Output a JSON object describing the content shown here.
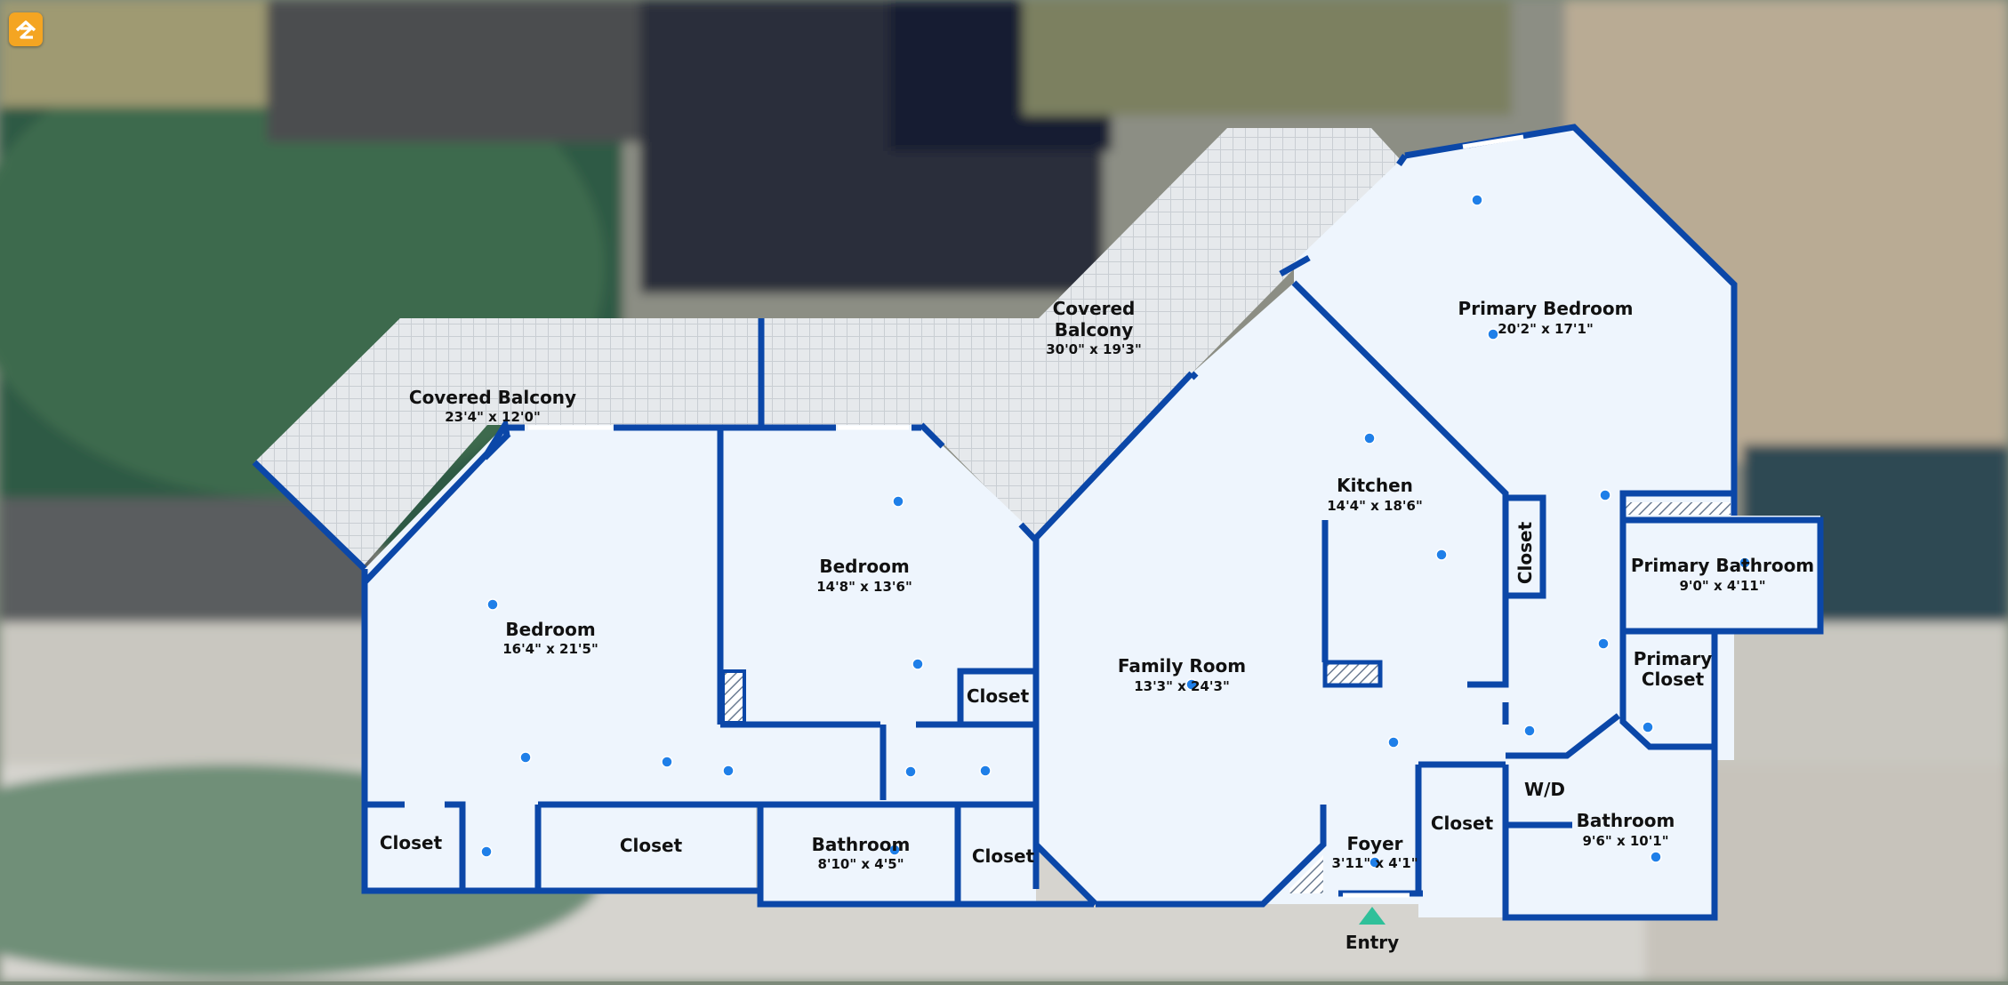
{
  "colors": {
    "wall": "#0b47a8",
    "floor": "#eef5fd",
    "balcony": "#e4e8ec",
    "marker": "#1f7fe8",
    "entry": "#2fc09a",
    "logo": "#f4a522"
  },
  "icons": {
    "logo": "zillow-logo-icon",
    "entry": "entry-arrow-icon",
    "marker": "camera-marker-icon"
  },
  "rooms": {
    "balcony_left": {
      "name": "Covered Balcony",
      "dims": "23'4\" x 12'0\""
    },
    "balcony_center": {
      "name_line1": "Covered",
      "name_line2": "Balcony",
      "dims": "30'0\" x 19'3\""
    },
    "bedroom_left": {
      "name": "Bedroom",
      "dims": "16'4\" x 21'5\""
    },
    "bedroom_mid": {
      "name": "Bedroom",
      "dims": "14'8\" x 13'6\""
    },
    "closet_mid": {
      "name": "Closet"
    },
    "closet_left_small": {
      "name": "Closet"
    },
    "closet_left_long": {
      "name": "Closet"
    },
    "bathroom_mid": {
      "name": "Bathroom",
      "dims": "8'10\" x 4'5\""
    },
    "closet_bath": {
      "name": "Closet"
    },
    "family_room": {
      "name": "Family Room",
      "dims": "13'3\" x 24'3\""
    },
    "kitchen": {
      "name": "Kitchen",
      "dims": "14'4\" x 18'6\""
    },
    "closet_kitchen": {
      "name": "Closet"
    },
    "foyer": {
      "name": "Foyer",
      "dims": "3'11\" x 4'1\""
    },
    "closet_foyer": {
      "name": "Closet"
    },
    "primary_bedroom": {
      "name": "Primary Bedroom",
      "dims": "20'2\" x 17'1\""
    },
    "primary_bathroom": {
      "name": "Primary Bathroom",
      "dims": "9'0\" x 4'11\""
    },
    "primary_closet": {
      "name_line1": "Primary",
      "name_line2": "Closet"
    },
    "wd": {
      "name": "W/D"
    },
    "bathroom_right": {
      "name": "Bathroom",
      "dims": "9'6\" x 10'1\""
    }
  },
  "entry": {
    "label": "Entry"
  }
}
